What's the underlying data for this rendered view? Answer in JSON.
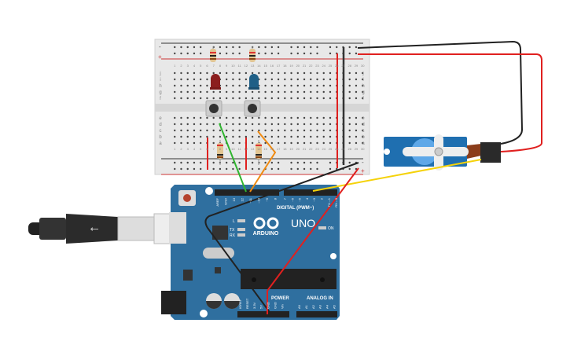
{
  "breadboard": {
    "rows_top": [
      "j",
      "i",
      "h",
      "g",
      "f"
    ],
    "rows_bottom": [
      "e",
      "d",
      "c",
      "b",
      "a"
    ],
    "columns": [
      "1",
      "2",
      "3",
      "4",
      "5",
      "6",
      "7",
      "8",
      "9",
      "10",
      "11",
      "12",
      "13",
      "14",
      "15",
      "16",
      "17",
      "18",
      "19",
      "20",
      "21",
      "22",
      "23",
      "24",
      "25",
      "26",
      "27",
      "28",
      "29",
      "30"
    ],
    "rail_minus": "-",
    "rail_plus": "+"
  },
  "arduino": {
    "brand": "ARDUINO",
    "model": "UNO",
    "digital_label": "DIGITAL (PWM~)",
    "power_label": "POWER",
    "analog_label": "ANALOG IN",
    "on_label": "ON",
    "led_l": "L",
    "led_tx": "TX",
    "led_rx": "RX",
    "digital_pins": [
      "AREF",
      "GND",
      "13",
      "12",
      "~11",
      "~10",
      "~9",
      "8",
      "7",
      "~6",
      "~5",
      "4",
      "~3",
      "2",
      "TX→1",
      "RX←0"
    ],
    "power_pins": [
      "IOREF",
      "RESET",
      "3.3V",
      "5V",
      "GND",
      "GND",
      "Vin"
    ],
    "analog_pins": [
      "A0",
      "A1",
      "A2",
      "A3",
      "A4",
      "A5"
    ]
  },
  "colors": {
    "board": "#2f6f9f",
    "wire_red": "#e0201f",
    "wire_black": "#222222",
    "wire_green": "#2fb52f",
    "wire_orange": "#f08a10",
    "wire_yellow": "#f5d20a",
    "servo": "#1f6fb0"
  }
}
